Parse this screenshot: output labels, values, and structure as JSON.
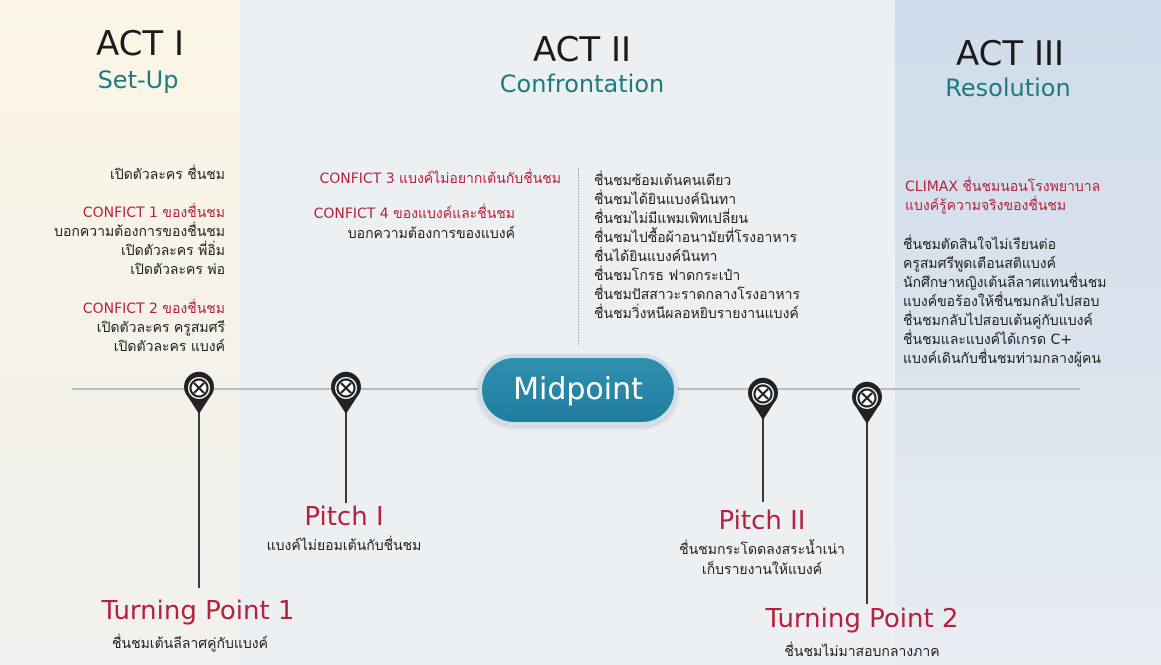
{
  "acts": [
    {
      "title": "ACT I",
      "subtitle": "Set-Up"
    },
    {
      "title": "ACT II",
      "subtitle": "Confrontation"
    },
    {
      "title": "ACT III",
      "subtitle": "Resolution"
    }
  ],
  "act1": {
    "line1": "เปิดตัวละคร ชื่นชม",
    "conflict1_heading": "CONFICT 1 ของชื่นชม",
    "conflict1_lines": [
      "บอกความต้องการของชื่นชม",
      "เปิดตัวละคร พี่อิ่ม",
      "เปิดตัวละคร พ่อ"
    ],
    "conflict2_heading": "CONFICT 2 ของชื่นชม",
    "conflict2_lines": [
      "เปิดตัวละคร ครูสมศรี",
      "เปิดตัวละคร แบงค์"
    ]
  },
  "act2_left": {
    "conflict3_heading": "CONFICT 3 แบงค์ไม่อยากเต้นกับชื่นชม",
    "conflict4_heading": "CONFICT 4 ของแบงค์และชื่นชม",
    "conflict4_line": "บอกความต้องการของแบงค์"
  },
  "act2_right": {
    "lines": [
      "ชื่นชมซ้อมเต้นคนเดียว",
      "ชื่นชมได้ยินแบงค์นินทา",
      "ชื่นชมไม่มีแพมเพิทเปลี่ยน",
      "ชื่นชมไปซื้อผ้าอนามัยที่โรงอาหาร",
      "ชื่นได้ยินแบงค์นินทา",
      "ชื่นชมโกรธ ฟาดกระเป๋า",
      "ชื่นชมปัสสาวะราดกลางโรงอาหาร",
      "ชื่นชมวิ่งหนีผลอหยิบรายงานแบงค์"
    ]
  },
  "act3": {
    "climax_lines": [
      "CLIMAX ชื่นชมนอนโรงพยาบาล",
      "แบงค์รู้ความจริงของชื่นชม"
    ],
    "lines": [
      "ชื่นชมตัดสินใจไม่เรียนต่อ",
      "ครูสมศรีพูดเตือนสติแบงค์",
      "นักศึกษาหญิงเต้นลีลาศแทนชื่นชม",
      "แบงค์ขอร้องให้ชื่นชมกลับไปสอบ",
      "ชื่นชมกลับไปสอบเต้นคู่กับแบงค์",
      "ชื่นชมและแบงค์ได้เกรด C+",
      "แบงค์เดินกับชื่นชมท่ามกลางผู้คน"
    ]
  },
  "midpoint": "Midpoint",
  "turning_point_1": {
    "title": "Turning Point 1",
    "desc": "ชื่นชมเต้นลีลาศคู่กับแบงค์"
  },
  "pitch_1": {
    "title": "Pitch I",
    "desc": "แบงค์ไม่ยอมเต้นกับชื่นชม"
  },
  "pitch_2": {
    "title": "Pitch II",
    "desc_lines": [
      "ชื่นชมกระโดดลงสระน้ำเน่า",
      "เก็บรายงานให้แบงค์"
    ]
  },
  "turning_point_2": {
    "title": "Turning Point 2",
    "desc": "ชื่นชมไม่มาสอบกลางภาค"
  },
  "colors": {
    "accent_red": "#b5223d",
    "teal": "#1f7b80",
    "midpoint_blue": "#217d9f"
  },
  "icons": {
    "timeline_marker": "circle-x-pin-icon"
  }
}
